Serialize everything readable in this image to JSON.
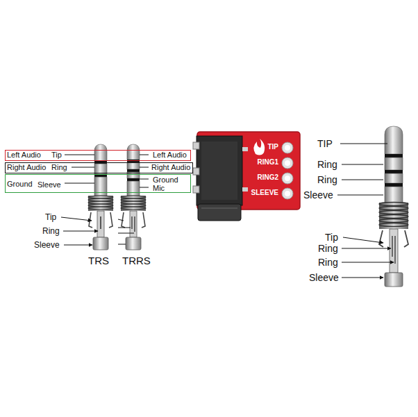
{
  "diagram": {
    "nodes": [
      {
        "text": [
          "Left Audio",
          "Tip",
          "Left Audio"
        ]
      },
      {
        "text": [
          "Right Audio",
          "Ring",
          "Right Audio"
        ]
      },
      {
        "text": [
          "Ground",
          "Sleeve",
          "Ground Mic"
        ]
      }
    ],
    "labels": [
      "Tip",
      "Ring",
      "Sleeve",
      "TRS",
      "TRRS",
      "TIP",
      "RING1",
      "RING2",
      "SLEEVE",
      "TIP",
      "Ring",
      "Ring",
      "Sleeve",
      "Tip",
      "Ring",
      "Ring",
      "Sleeve"
    ]
  }
}
